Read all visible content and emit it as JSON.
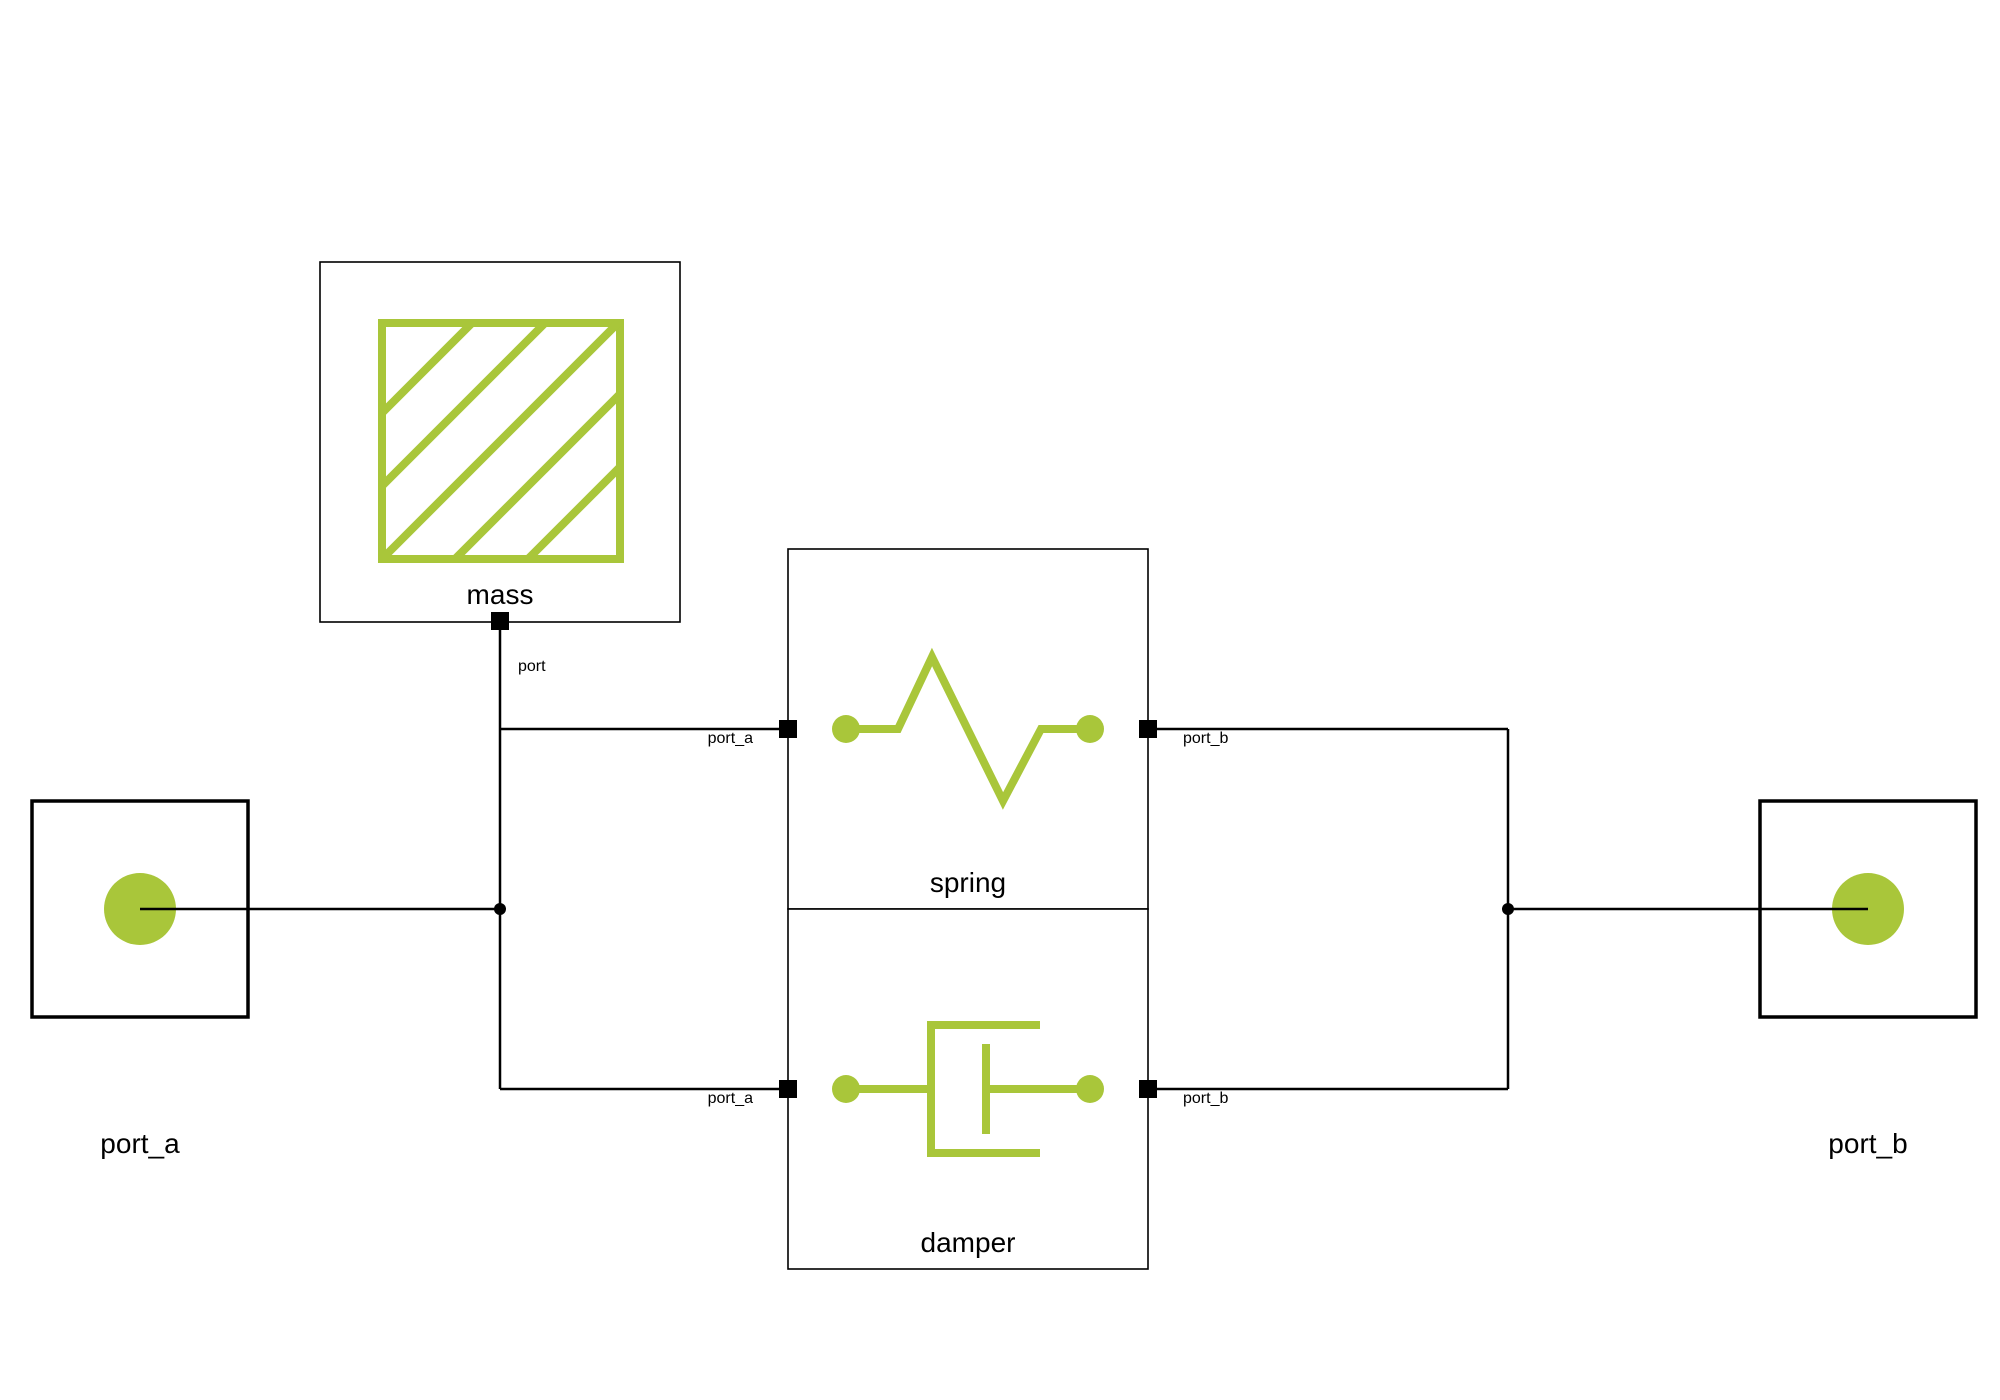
{
  "colors": {
    "accent": "#a9c63a",
    "line": "#000000"
  },
  "components": {
    "mass": {
      "label": "mass",
      "port": "port",
      "icon": "hatched-square-icon"
    },
    "spring": {
      "label": "spring",
      "port_a": "port_a",
      "port_b": "port_b",
      "icon": "spring-zigzag-icon"
    },
    "damper": {
      "label": "damper",
      "port_a": "port_a",
      "port_b": "port_b",
      "icon": "damper-icon"
    },
    "port_a": {
      "label": "port_a",
      "icon": "connector-dot-icon"
    },
    "port_b": {
      "label": "port_b",
      "icon": "connector-dot-icon"
    }
  }
}
